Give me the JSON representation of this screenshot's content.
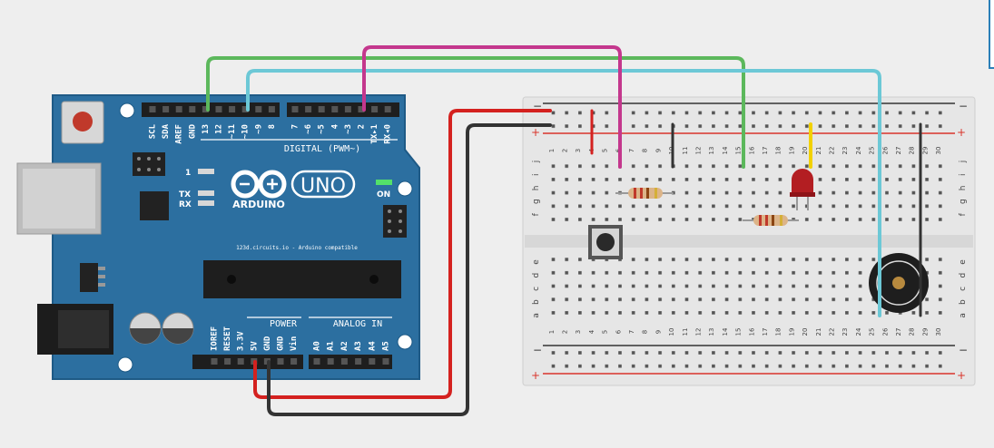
{
  "colors": {
    "background": "#eeeeee",
    "arduino_board": "#2c6fa0",
    "arduino_outline": "#1e5a86",
    "board_text": "#ffffff",
    "breadboard": "#e6e6e6",
    "rail_red": "#d9342b",
    "rail_black": "#333333",
    "wire_red": "#d4211f",
    "wire_black": "#333333",
    "wire_magenta": "#c4378d",
    "wire_green": "#5cb85c",
    "wire_cyan": "#6cc8d6",
    "wire_yellow": "#f2d100",
    "led_red": "#b31e22",
    "power_led_green": "#53e06a",
    "accent_tab": "#2a7fb8"
  },
  "arduino": {
    "logo_text": "ARDUINO",
    "model": "UNO",
    "on_label": "ON",
    "l_label": "1",
    "tx_label": "TX",
    "rx_label": "RX",
    "digital_header_label": "DIGITAL (PWM~)",
    "digital_pins": [
      "SCL",
      "SDA",
      "AREF",
      "GND",
      "13",
      "12",
      "~11",
      "~10",
      "~9",
      "8",
      "7",
      "~6",
      "~5",
      "4",
      "~3",
      "2",
      "TX▸1",
      "RX◂0"
    ],
    "power_header_label": "POWER",
    "power_pins": [
      "IOREF",
      "RESET",
      "3.3V",
      "5V",
      "GND",
      "GND",
      "Vin"
    ],
    "analog_header_label": "ANALOG IN",
    "analog_pins": [
      "A0",
      "A1",
      "A2",
      "A3",
      "A4",
      "A5"
    ],
    "footer_text": "123d.circuits.io - Arduino compatible",
    "icons": [
      "reset-button-icon",
      "usb-port-icon",
      "power-jack-icon",
      "capacitor-icon",
      "voltage-regulator-icon",
      "atmega-chip-icon",
      "infinity-logo-icon"
    ]
  },
  "breadboard": {
    "rail_minus": "−",
    "rail_plus": "+",
    "columns": [
      "1",
      "2",
      "3",
      "4",
      "5",
      "6",
      "7",
      "8",
      "9",
      "10",
      "11",
      "12",
      "13",
      "14",
      "15",
      "16",
      "17",
      "18",
      "19",
      "20",
      "21",
      "22",
      "23",
      "24",
      "25",
      "26",
      "27",
      "28",
      "29",
      "30"
    ],
    "rows_top": [
      "j",
      "i",
      "h",
      "g",
      "f"
    ],
    "rows_bottom": [
      "e",
      "d",
      "c",
      "b",
      "a"
    ]
  },
  "components": [
    "led-red",
    "resistor-1",
    "resistor-2",
    "push-button",
    "piezo-buzzer"
  ]
}
